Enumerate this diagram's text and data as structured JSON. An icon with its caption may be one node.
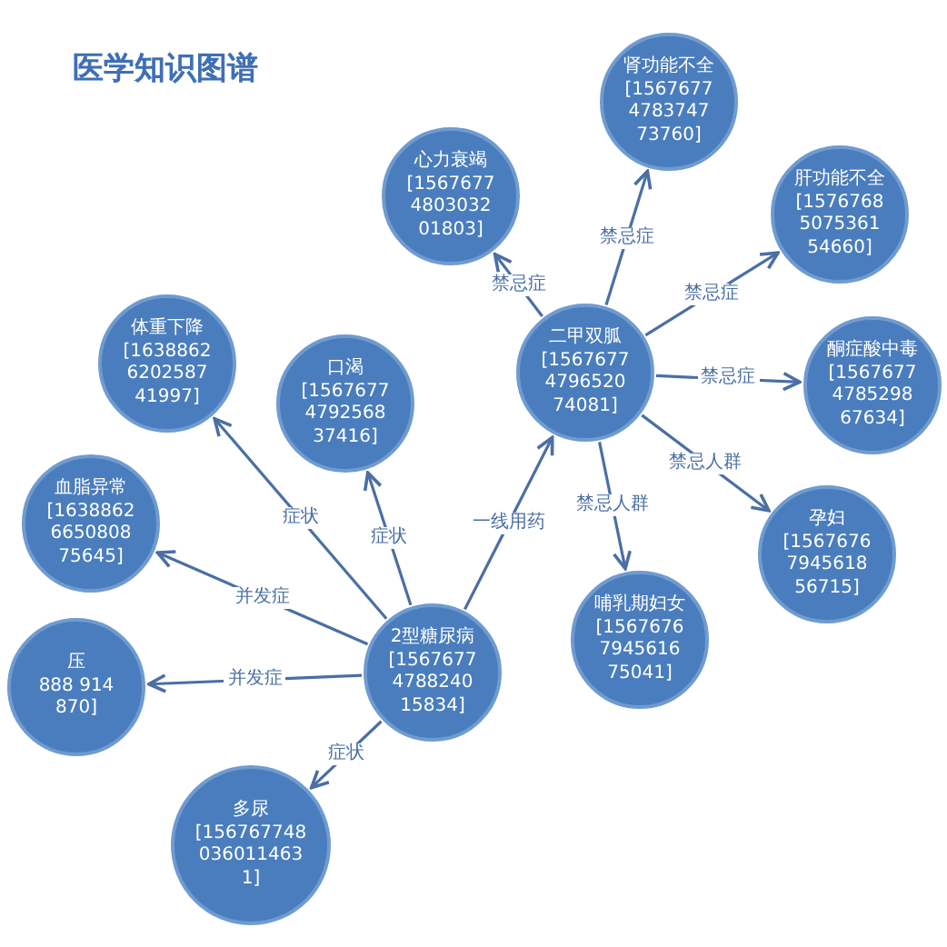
{
  "diagram": {
    "title": "医学知识图谱",
    "nodes": [
      {
        "text": [
          "二甲双胍",
          "[1567677479652074081]"
        ]
      },
      {
        "text": [
          "心力衰竭",
          "[1567677480303201803]"
        ]
      },
      {
        "text": [
          "肾功能不全",
          "[1567677478374773760]"
        ]
      },
      {
        "text": [
          "肝功能不全",
          "[1576768507536154660]"
        ]
      },
      {
        "text": [
          "酮症酸中毒",
          "[1567677478529867634]"
        ]
      },
      {
        "text": [
          "孕妇",
          "[1567676794561856715]"
        ]
      },
      {
        "text": [
          "哺乳期妇女",
          "[1567676794561675041]"
        ]
      },
      {
        "text": [
          "2型糖尿病",
          "[1567677478824015834]"
        ]
      },
      {
        "text": [
          "口渴",
          "[1567677479256837416]"
        ]
      },
      {
        "text": [
          "体重下降",
          "[1638862620258741997]"
        ]
      },
      {
        "text": [
          "血脂异常",
          "[1638862665080875645]"
        ]
      },
      {
        "text": [
          "压",
          "888 914 870]"
        ]
      },
      {
        "text": [
          "多尿",
          "[1567677480360114631]"
        ]
      }
    ],
    "edges": [
      {
        "from": 0,
        "to": 1,
        "arrow": "to",
        "label": "禁忌症"
      },
      {
        "from": 0,
        "to": 2,
        "arrow": "to",
        "label": "禁忌症"
      },
      {
        "from": 0,
        "to": 3,
        "arrow": "to",
        "label": "禁忌症"
      },
      {
        "from": 0,
        "to": 4,
        "arrow": "to",
        "label": "禁忌症"
      },
      {
        "from": 0,
        "to": 5,
        "arrow": "to",
        "label": "禁忌人群"
      },
      {
        "from": 0,
        "to": 6,
        "arrow": "to",
        "label": "禁忌人群"
      },
      {
        "from": 7,
        "to": 0,
        "arrow": "to",
        "label": "一线用药"
      },
      {
        "from": 7,
        "to": 8,
        "arrow": "to",
        "label": "症状"
      },
      {
        "from": 7,
        "to": 9,
        "arrow": "to",
        "label": "症状"
      },
      {
        "from": 7,
        "to": 10,
        "arrow": "to",
        "label": "并发症"
      },
      {
        "from": 7,
        "to": 11,
        "arrow": "to",
        "label": "并发症"
      },
      {
        "from": 7,
        "to": 12,
        "arrow": "to",
        "label": "症状"
      }
    ]
  }
}
